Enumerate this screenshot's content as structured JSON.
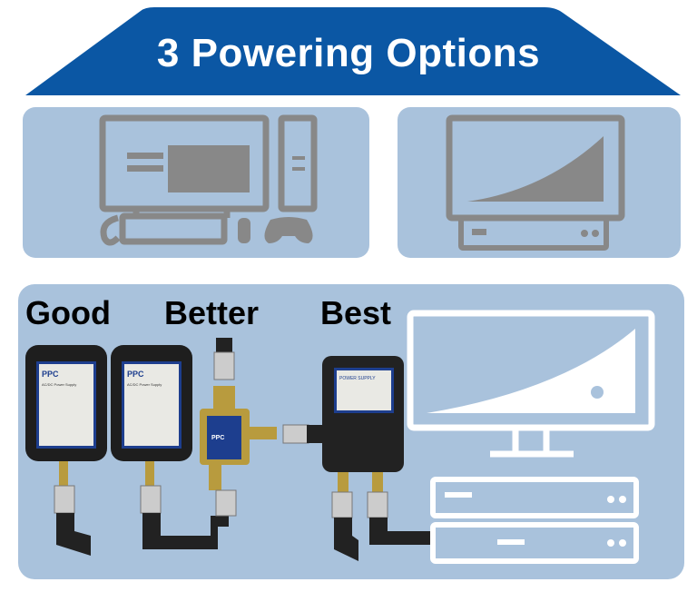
{
  "banner": {
    "title": "3 Powering Options"
  },
  "options": [
    {
      "label": "Good"
    },
    {
      "label": "Better"
    },
    {
      "label": "Best"
    }
  ],
  "device_labels": {
    "brand": "PPC",
    "adapter": "AC/DC Power Supply",
    "supply": "POWER SUPPLY"
  },
  "colors": {
    "banner": "#0b57a4",
    "panel": "#a9c2dc",
    "icon_grey": "#888888",
    "outline_white": "#ffffff"
  }
}
